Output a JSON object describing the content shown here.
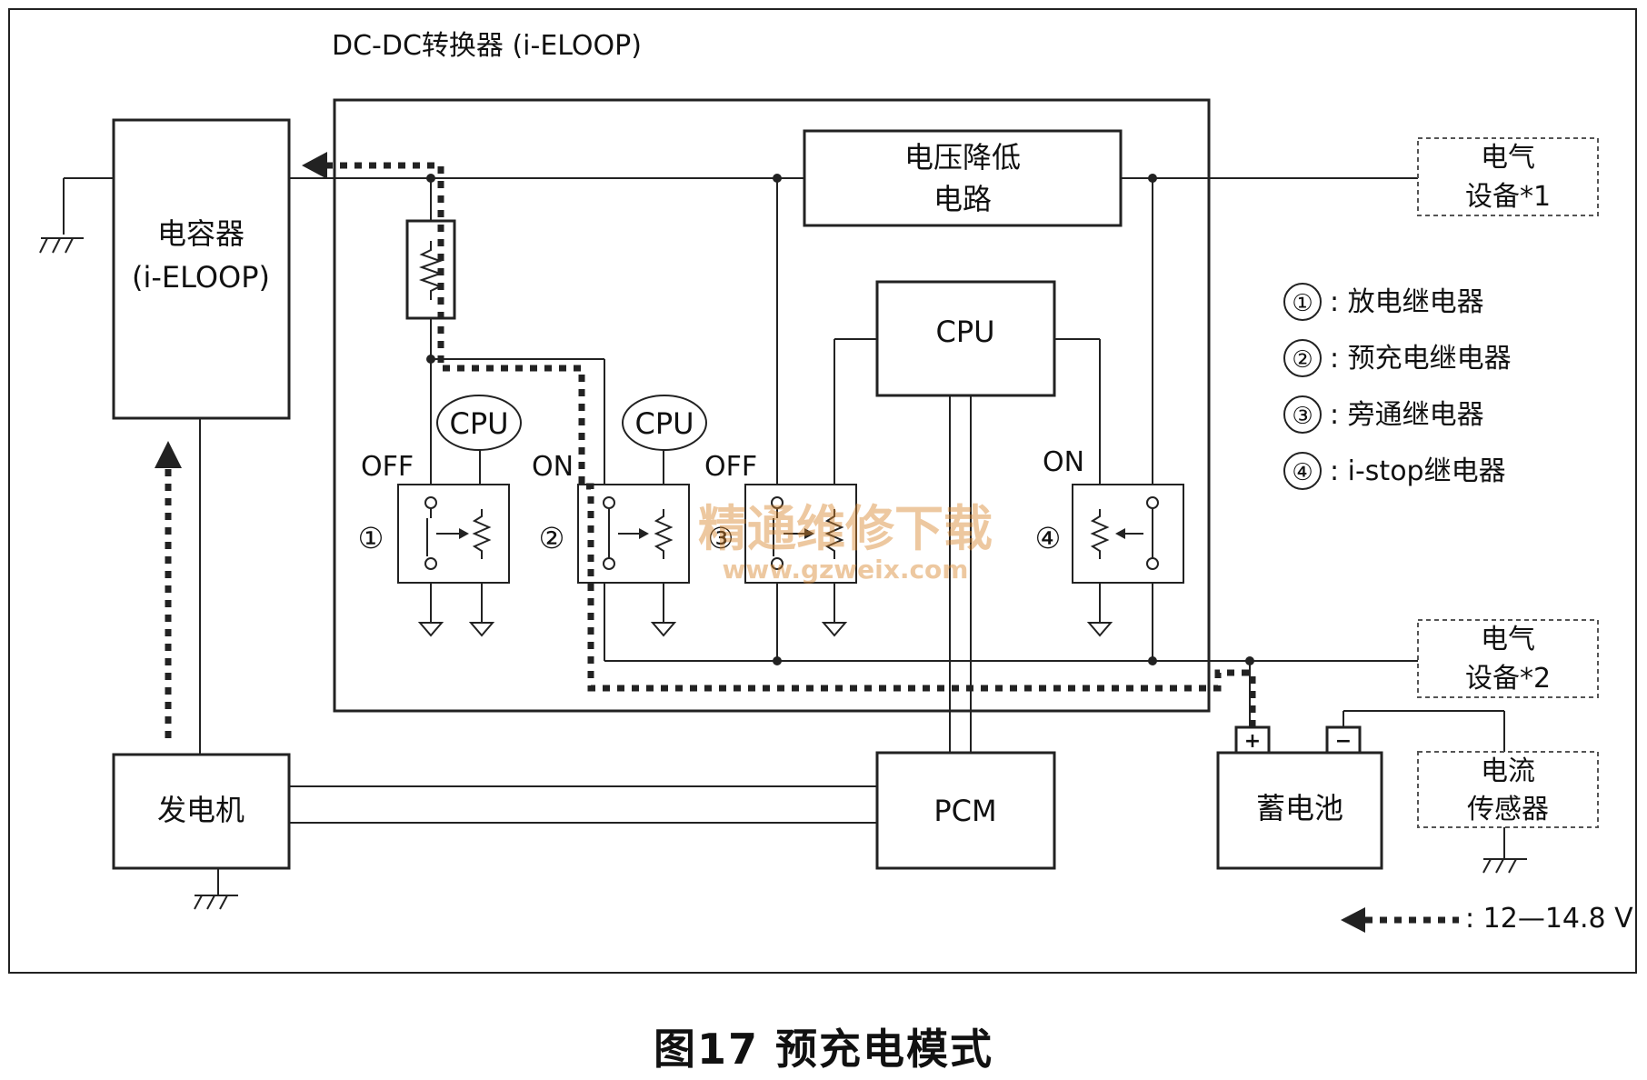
{
  "dcdc_title": "DC-DC转换器 (i-ELOOP)",
  "capacitor": {
    "line1": "电容器",
    "line2": "(i-ELOOP)"
  },
  "step_down": {
    "line1": "电压降低",
    "line2": "电路"
  },
  "cpu_main": "CPU",
  "cpu_small_1": "CPU",
  "cpu_small_2": "CPU",
  "elec_device_1": {
    "line1": "电气",
    "line2": "设备*1"
  },
  "elec_device_2": {
    "line1": "电气",
    "line2": "设备*2"
  },
  "current_sensor": {
    "line1": "电流",
    "line2": "传感器"
  },
  "generator": "发电机",
  "pcm": "PCM",
  "battery": "蓄电池",
  "battery_plus": "+",
  "battery_minus": "−",
  "relays": [
    {
      "num": "①",
      "state": "OFF"
    },
    {
      "num": "②",
      "state": "ON"
    },
    {
      "num": "③",
      "state": "OFF"
    },
    {
      "num": "④",
      "state": "ON"
    }
  ],
  "legend": [
    {
      "num": "①",
      "text": ": 放电继电器"
    },
    {
      "num": "②",
      "text": ": 预充电继电器"
    },
    {
      "num": "③",
      "text": ": 旁通继电器"
    },
    {
      "num": "④",
      "text": ": i-stop继电器"
    }
  ],
  "flow_legend": ": 12—14.8 V",
  "watermark": {
    "line1": "精通维修下载",
    "line2": "www.gzweix.com"
  },
  "caption": "图17 预充电模式"
}
